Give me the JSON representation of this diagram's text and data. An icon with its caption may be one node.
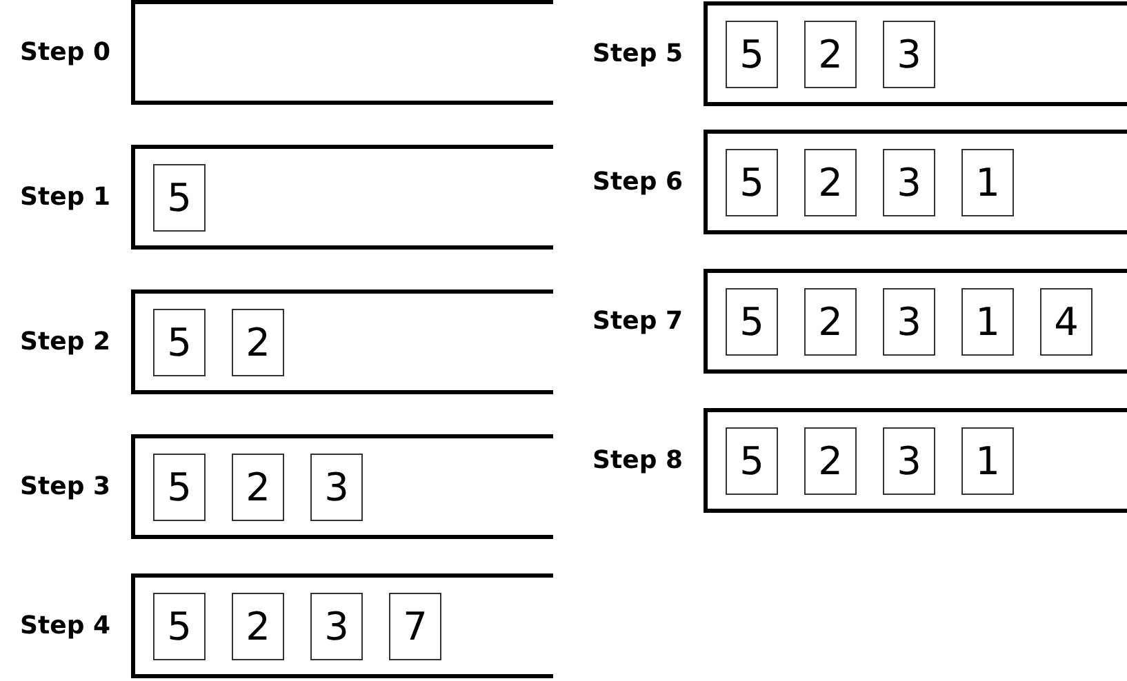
{
  "diagram": {
    "nodes": [
      {
        "text": [
          "Step 0"
        ]
      },
      {
        "text": [
          "Step 1"
        ]
      },
      {
        "text": [
          "5"
        ],
        "in": 1
      },
      {
        "text": [
          "Step 2"
        ]
      },
      {
        "text": [
          "5"
        ],
        "in": 3
      },
      {
        "text": [
          "2"
        ],
        "in": 3
      },
      {
        "text": [
          "Step 3"
        ]
      },
      {
        "text": [
          "5"
        ],
        "in": 6
      },
      {
        "text": [
          "2"
        ],
        "in": 6
      },
      {
        "text": [
          "3"
        ],
        "in": 6
      },
      {
        "text": [
          "Step 4"
        ]
      },
      {
        "text": [
          "5"
        ],
        "in": 10
      },
      {
        "text": [
          "2"
        ],
        "in": 10
      },
      {
        "text": [
          "3"
        ],
        "in": 10
      },
      {
        "text": [
          "7"
        ],
        "in": 10
      },
      {
        "text": [
          "Step 5"
        ]
      },
      {
        "text": [
          "5"
        ],
        "in": 15
      },
      {
        "text": [
          "2"
        ],
        "in": 15
      },
      {
        "text": [
          "3"
        ],
        "in": 15
      },
      {
        "text": [
          "Step 6"
        ]
      },
      {
        "text": [
          "5"
        ],
        "in": 19
      },
      {
        "text": [
          "2"
        ],
        "in": 19
      },
      {
        "text": [
          "3"
        ],
        "in": 19
      },
      {
        "text": [
          "1"
        ],
        "in": 19
      },
      {
        "text": [
          "Step 7"
        ]
      },
      {
        "text": [
          "5"
        ],
        "in": 24
      },
      {
        "text": [
          "2"
        ],
        "in": 24
      },
      {
        "text": [
          "3"
        ],
        "in": 24
      },
      {
        "text": [
          "1"
        ],
        "in": 24
      },
      {
        "text": [
          "4"
        ],
        "in": 24
      },
      {
        "text": [
          "Step 8"
        ]
      },
      {
        "text": [
          "5"
        ],
        "in": 30
      },
      {
        "text": [
          "2"
        ],
        "in": 30
      },
      {
        "text": [
          "3"
        ],
        "in": 30
      },
      {
        "text": [
          "1"
        ],
        "in": 30
      }
    ]
  }
}
